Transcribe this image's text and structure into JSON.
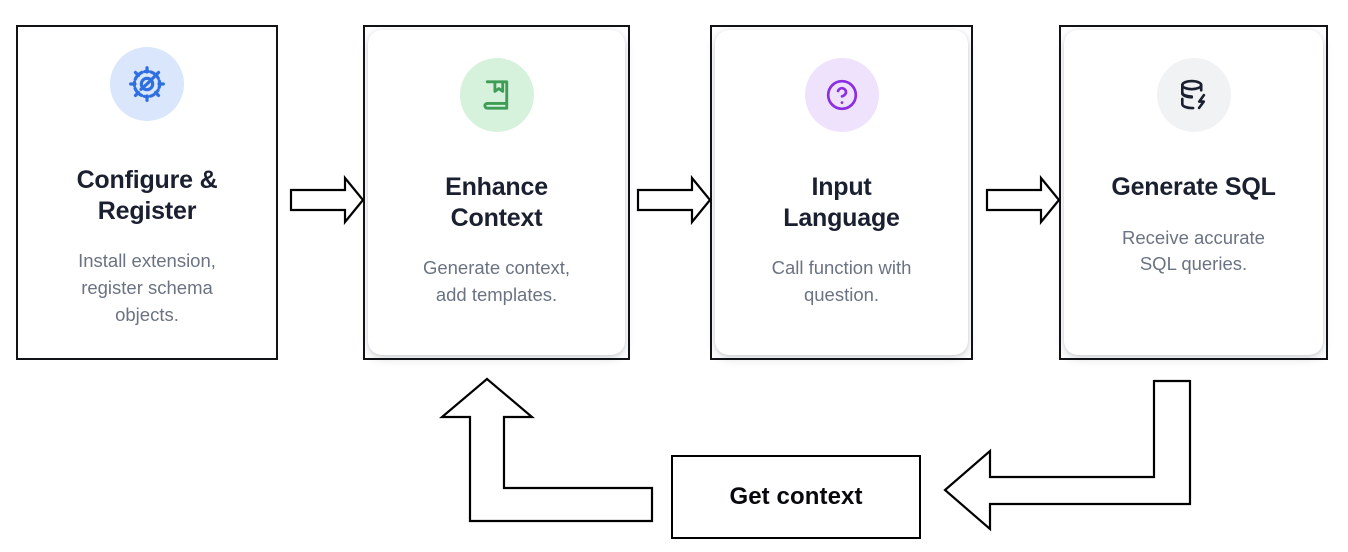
{
  "diagram": {
    "type": "flow-diagram",
    "title": "",
    "background": "#ffffff",
    "steps": [
      {
        "id": "configure-register",
        "title": "Configure & Register",
        "title_lines": [
          "Configure &",
          "Register"
        ],
        "description": "Install extension, register schema objects.",
        "description_lines": [
          "Install extension,",
          "register schema",
          "objects."
        ],
        "icon": "gear-icon",
        "icon_color": "#2f6fe0",
        "icon_bg": "#d9e6fb",
        "frame": "sharp"
      },
      {
        "id": "enhance-context",
        "title": "Enhance Context",
        "title_lines": [
          "Enhance",
          "Context"
        ],
        "description": "Generate context, add templates.",
        "description_lines": [
          "Generate context,",
          "add templates."
        ],
        "icon": "book-bookmark-icon",
        "icon_color": "#3f9d56",
        "icon_bg": "#d6f2dd",
        "frame": "rounded"
      },
      {
        "id": "input-language",
        "title": "Input Language",
        "title_lines": [
          "Input",
          "Language"
        ],
        "description": "Call function with question.",
        "description_lines": [
          "Call function with",
          "question."
        ],
        "icon": "question-circle-icon",
        "icon_color": "#8b2fe0",
        "icon_bg": "#efe2fc",
        "frame": "rounded"
      },
      {
        "id": "generate-sql",
        "title": "Generate SQL",
        "title_lines": [
          "Generate SQL"
        ],
        "description": "Receive accurate SQL queries.",
        "description_lines": [
          "Receive accurate",
          "SQL queries."
        ],
        "icon": "database-bolt-icon",
        "icon_color": "#1b2030",
        "icon_bg": "#f1f2f4",
        "frame": "rounded"
      }
    ],
    "connectors": [
      {
        "id": "arrow-1-2",
        "kind": "right-arrow",
        "from": "configure-register",
        "to": "enhance-context"
      },
      {
        "id": "arrow-2-3",
        "kind": "right-arrow",
        "from": "enhance-context",
        "to": "input-language"
      },
      {
        "id": "arrow-3-4",
        "kind": "right-arrow",
        "from": "input-language",
        "to": "generate-sql"
      },
      {
        "id": "arrow-feedback-down-left",
        "kind": "bent-left-arrow",
        "from": "generate-sql",
        "to": "get-context"
      },
      {
        "id": "arrow-feedback-up",
        "kind": "bent-up-arrow",
        "from": "get-context",
        "to": "enhance-context"
      }
    ],
    "feedback_node": {
      "id": "get-context",
      "label": "Get context",
      "shape": "rectangle",
      "border_color": "#000000",
      "text_color": "#07090d"
    },
    "palette": {
      "card_border": "#111317",
      "card_background": "#ffffff",
      "title_color": "#1b2030",
      "description_color": "#6b7382",
      "connector_stroke": "#000000",
      "connector_fill": "#ffffff"
    }
  }
}
